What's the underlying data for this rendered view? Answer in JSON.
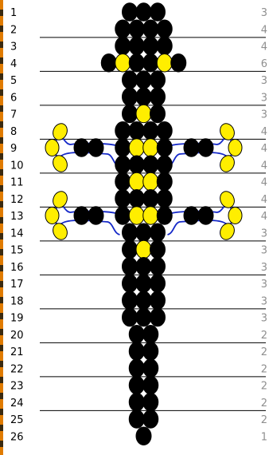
{
  "colors": {
    "black_bead": "#000000",
    "yellow_bead": "#ffee00",
    "thread": "#1428c8",
    "rule_line": "#000000",
    "row_number_text": "#000000",
    "count_text": "#8f8f8f",
    "strip_orange": "#e07b00",
    "strip_dark": "#3a2a10"
  },
  "rows": [
    {
      "num": "1",
      "count": "3",
      "beads": "BBB"
    },
    {
      "num": "2",
      "count": "4",
      "beads": "BBBB"
    },
    {
      "num": "3",
      "count": "4",
      "beads": "BBBB"
    },
    {
      "num": "4",
      "count": "6",
      "beads": "BYBBYB"
    },
    {
      "num": "5",
      "count": "3",
      "beads": "BBB"
    },
    {
      "num": "6",
      "count": "3",
      "beads": "BBB"
    },
    {
      "num": "7",
      "count": "3",
      "beads": "BYB"
    },
    {
      "num": "8",
      "count": "4",
      "beads": "BBBB"
    },
    {
      "num": "9",
      "count": "4",
      "beads": "BYYB"
    },
    {
      "num": "10",
      "count": "4",
      "beads": "BBBB"
    },
    {
      "num": "11",
      "count": "4",
      "beads": "BYYB"
    },
    {
      "num": "12",
      "count": "4",
      "beads": "BBBB"
    },
    {
      "num": "13",
      "count": "4",
      "beads": "BYYB"
    },
    {
      "num": "14",
      "count": "3",
      "beads": "BBB"
    },
    {
      "num": "15",
      "count": "3",
      "beads": "BYB"
    },
    {
      "num": "16",
      "count": "3",
      "beads": "BBB"
    },
    {
      "num": "17",
      "count": "3",
      "beads": "BBB"
    },
    {
      "num": "18",
      "count": "3",
      "beads": "BBB"
    },
    {
      "num": "19",
      "count": "3",
      "beads": "BBB"
    },
    {
      "num": "20",
      "count": "2",
      "beads": "BB"
    },
    {
      "num": "21",
      "count": "2",
      "beads": "BB"
    },
    {
      "num": "22",
      "count": "2",
      "beads": "BB"
    },
    {
      "num": "23",
      "count": "2",
      "beads": "BB"
    },
    {
      "num": "24",
      "count": "2",
      "beads": "BB"
    },
    {
      "num": "25",
      "count": "2",
      "beads": "BB"
    },
    {
      "num": "26",
      "count": "1",
      "beads": "B"
    }
  ],
  "legs": [
    {
      "row": "9",
      "side": "left"
    },
    {
      "row": "9",
      "side": "right"
    },
    {
      "row": "13",
      "side": "left"
    },
    {
      "row": "13",
      "side": "right"
    }
  ]
}
